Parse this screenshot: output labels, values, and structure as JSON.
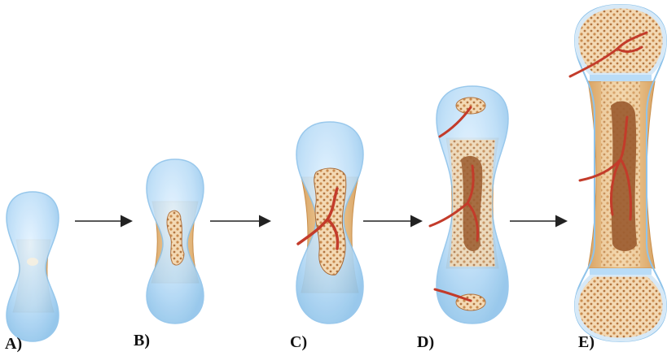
{
  "labels": {
    "a": "A)",
    "b": "B)",
    "c": "C)",
    "d": "D)",
    "e": "E)"
  },
  "colors": {
    "cartilage": "#b9dcf7",
    "cartilage_edge": "#8ec3ea",
    "bone_collar": "#e6b67a",
    "collar_edge": "#c98f4c",
    "spongy_bone": "#c98a4e",
    "marrow": "#9a5a2e",
    "vessel": "#c33b2a",
    "arrow": "#222222"
  }
}
